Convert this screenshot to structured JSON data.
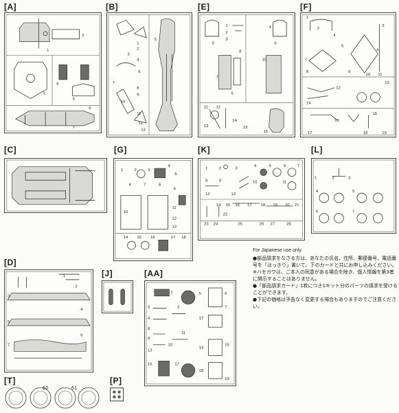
{
  "sprues": {
    "A": "[A]",
    "B": "[B]",
    "E": "[E]",
    "F": "[F]",
    "C": "[C]",
    "G": "[G]",
    "K": "[K]",
    "L": "[L]",
    "D": "[D]",
    "J": "[J]",
    "AA": "[AA]",
    "T": "[T]",
    "P": "[P]"
  },
  "parts": {
    "A": [
      "1",
      "2",
      "3",
      "4",
      "5",
      "6",
      "7"
    ],
    "B": [
      "1",
      "2",
      "3",
      "4",
      "5",
      "6",
      "7",
      "8",
      "9",
      "10",
      "11",
      "12",
      "13"
    ],
    "E": [
      "1",
      "2",
      "3",
      "4",
      "5",
      "6",
      "7",
      "8",
      "9",
      "10",
      "11",
      "12",
      "13",
      "14",
      "15",
      "16"
    ],
    "F": [
      "1",
      "2",
      "3",
      "4",
      "5",
      "6",
      "7",
      "8",
      "9",
      "10",
      "11",
      "12",
      "13",
      "14",
      "15",
      "16",
      "17",
      "18",
      "19"
    ],
    "G": [
      "1",
      "2",
      "3",
      "4",
      "5",
      "6",
      "7",
      "8",
      "9",
      "10",
      "11",
      "12",
      "13",
      "14",
      "15",
      "16",
      "17",
      "18"
    ],
    "K": [
      "1",
      "2",
      "3",
      "4",
      "5",
      "6",
      "7",
      "8",
      "9",
      "10",
      "11",
      "12",
      "13",
      "14",
      "15",
      "16",
      "17",
      "18",
      "19",
      "20",
      "21",
      "22",
      "23",
      "24",
      "25",
      "26",
      "27",
      "28"
    ],
    "L": [
      "1",
      "2",
      "3",
      "4",
      "5",
      "6",
      "7"
    ],
    "D": [
      "1",
      "2",
      "3",
      "4",
      "5",
      "6",
      "7"
    ],
    "AA": [
      "1",
      "2",
      "3",
      "4",
      "5",
      "6",
      "7",
      "8",
      "9",
      "10",
      "11",
      "12",
      "13",
      "14",
      "15",
      "16",
      "17",
      "18",
      "19"
    ],
    "T": [
      "60",
      "61"
    ]
  },
  "note": {
    "header": "For Japanese use only.",
    "lines": [
      "●部品請求をなさる方は、あなたの氏名、住所、郵便番号、電話番号を「はっきり」書いて、下のカードと共にお申し込みください。",
      "※ハセガワは、ご本人の同意がある場合を除き、個人情報を第3者に開示することはありません。",
      "●「部品請求カード」1枚につき1キット分のパーツの請求を受けることができます。",
      "●下記の価格は予告なく変更する場合もありますのでご注意ください。"
    ]
  }
}
